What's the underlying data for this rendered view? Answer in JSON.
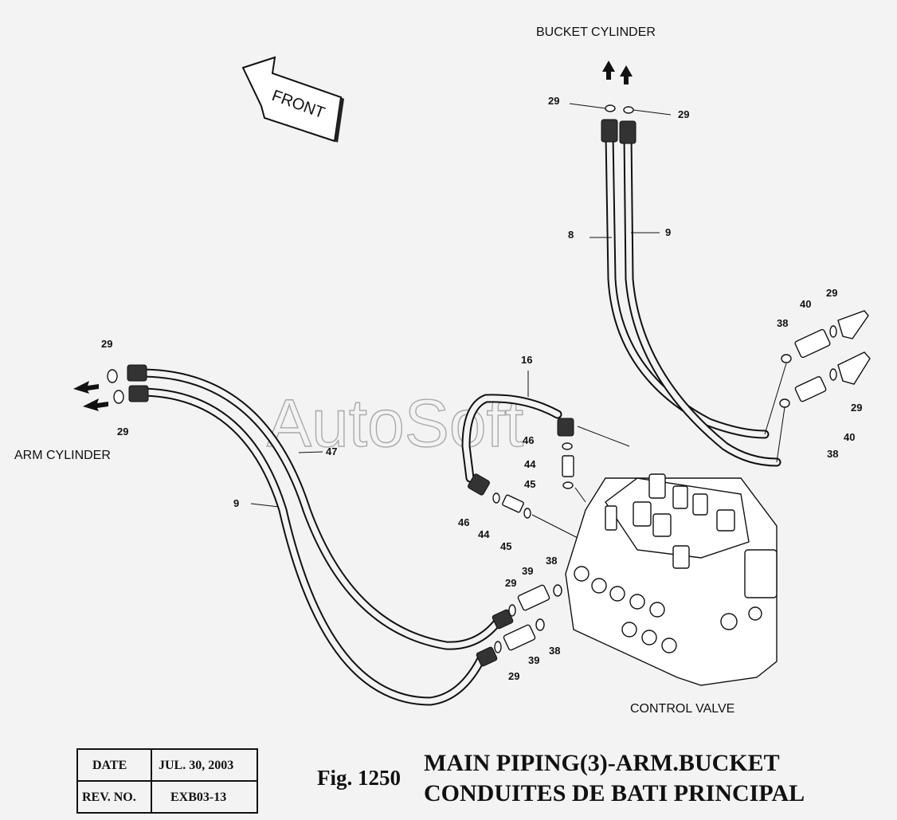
{
  "labels": {
    "bucket_cylinder": "BUCKET CYLINDER",
    "arm_cylinder": "ARM CYLINDER",
    "control_valve": "CONTROL VALVE",
    "front": "FRONT",
    "watermark": "AutoSoft"
  },
  "parts": [
    {
      "num": "29"
    },
    {
      "num": "29"
    },
    {
      "num": "8"
    },
    {
      "num": "9"
    },
    {
      "num": "29"
    },
    {
      "num": "40"
    },
    {
      "num": "38"
    },
    {
      "num": "29"
    },
    {
      "num": "40"
    },
    {
      "num": "38"
    },
    {
      "num": "16"
    },
    {
      "num": "46"
    },
    {
      "num": "44"
    },
    {
      "num": "45"
    },
    {
      "num": "46"
    },
    {
      "num": "44"
    },
    {
      "num": "45"
    },
    {
      "num": "29"
    },
    {
      "num": "29"
    },
    {
      "num": "47"
    },
    {
      "num": "9"
    },
    {
      "num": "39"
    },
    {
      "num": "38"
    },
    {
      "num": "29"
    },
    {
      "num": "39"
    },
    {
      "num": "38"
    },
    {
      "num": "29"
    }
  ],
  "info_table": {
    "date_label": "DATE",
    "date_value": "JUL. 30, 2003",
    "rev_label": "REV. NO.",
    "rev_value": "EXB03-13"
  },
  "figure": {
    "number": "Fig. 1250",
    "title_en": "MAIN PIPING(3)-ARM.BUCKET",
    "title_fr": "CONDUITES DE BATI PRINCIPAL"
  }
}
